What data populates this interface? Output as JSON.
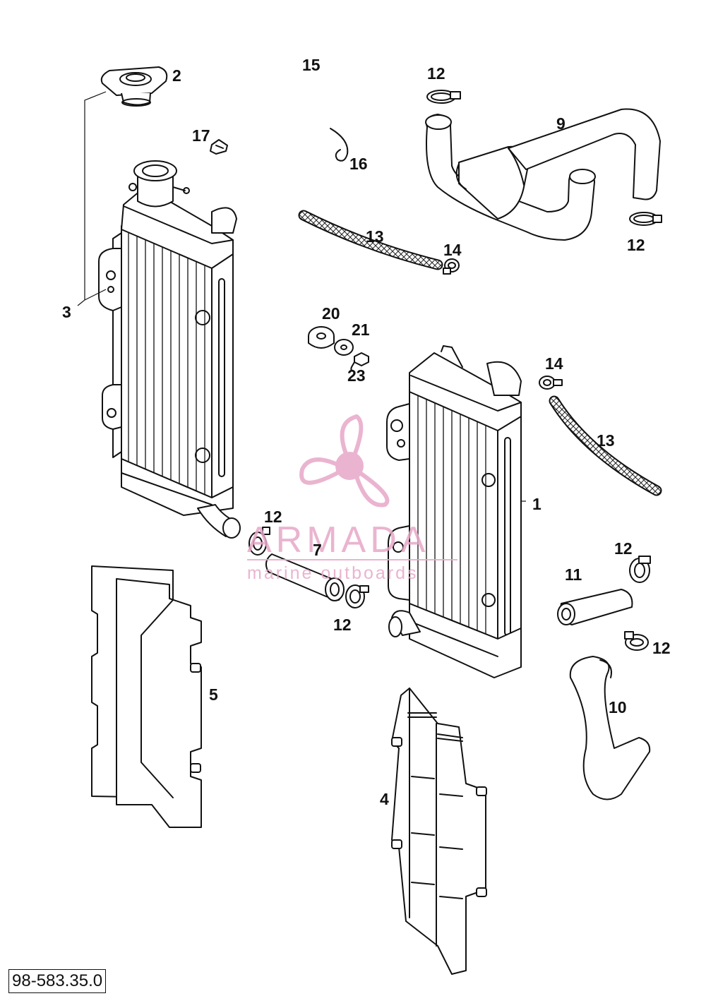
{
  "diagram": {
    "code": "98-583.35.0",
    "labels": {
      "p1": "1",
      "p2": "2",
      "p3": "3",
      "p4": "4",
      "p5": "5",
      "p7": "7",
      "p9": "9",
      "p10": "10",
      "p11": "11",
      "p12a": "12",
      "p12b": "12",
      "p12c": "12",
      "p12d": "12",
      "p12e": "12",
      "p12f": "12",
      "p13a": "13",
      "p13b": "13",
      "p14a": "14",
      "p14b": "14",
      "p15": "15",
      "p16": "16",
      "p17": "17",
      "p20": "20",
      "p21": "21",
      "p23": "23"
    }
  },
  "watermark": {
    "brand": "ARMADA",
    "tagline": "marine outboards",
    "color": "#e7a7c8"
  }
}
